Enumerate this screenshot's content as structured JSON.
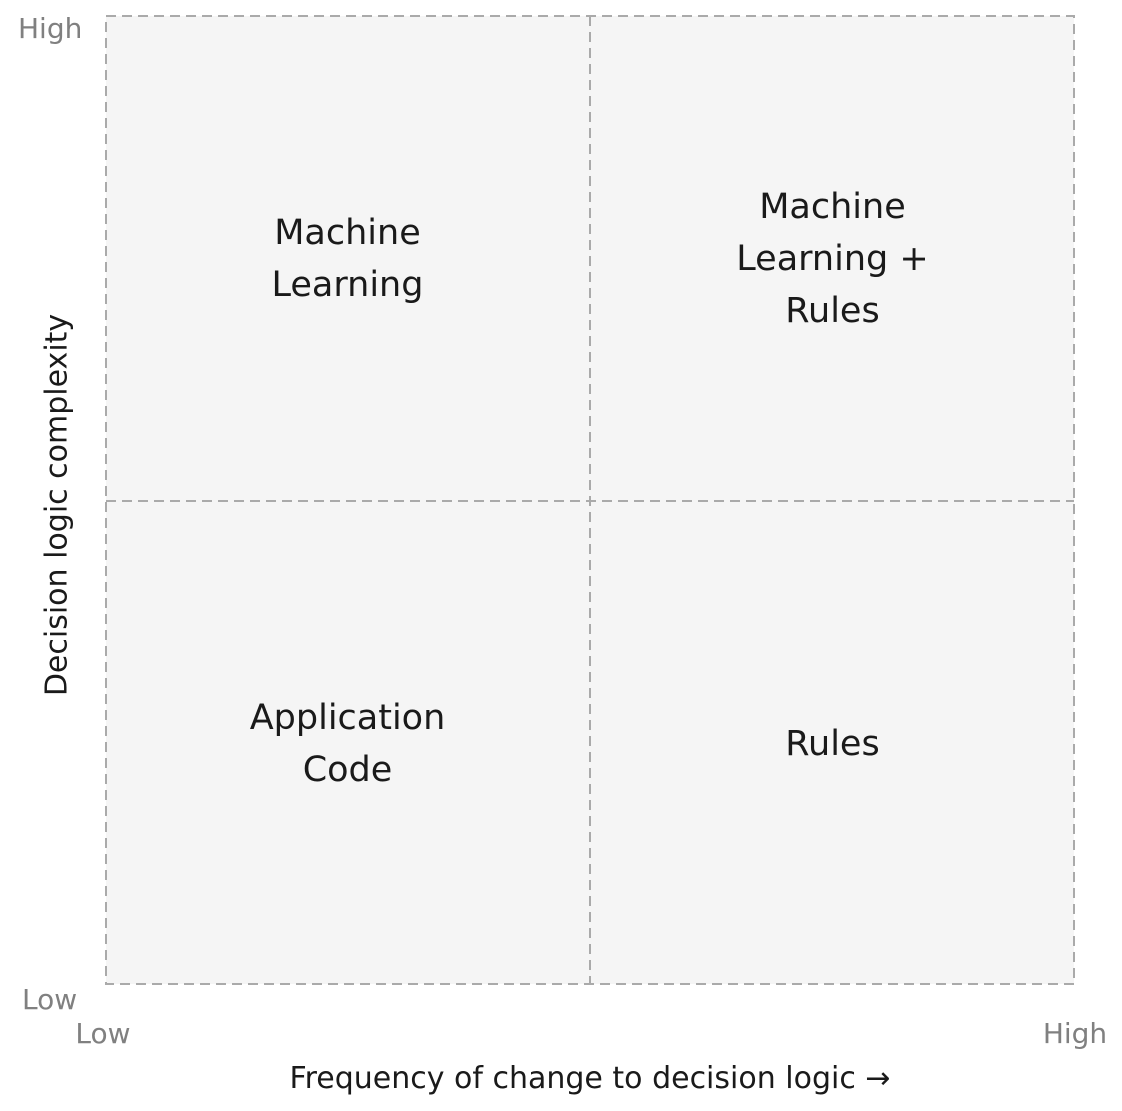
{
  "matrix": {
    "quadrants": [
      {
        "position": "top-left",
        "label": "Machine\nLearning"
      },
      {
        "position": "top-right",
        "label": "Machine\nLearning +\nRules"
      },
      {
        "position": "bottom-left",
        "label": "Application\nCode"
      },
      {
        "position": "bottom-right",
        "label": "Rules"
      }
    ],
    "x_axis": {
      "title": "Frequency of change to decision logic →",
      "min_label": "Low",
      "max_label": "High"
    },
    "y_axis": {
      "title": "Decision logic complexity",
      "min_label": "Low",
      "max_label": "High"
    }
  },
  "colors": {
    "background": "#ffffff",
    "quadrant_fill": "#f5f5f5",
    "dash_line": "#aaaaaa",
    "tick_text": "#808080",
    "label_text": "#1a1a1a"
  }
}
